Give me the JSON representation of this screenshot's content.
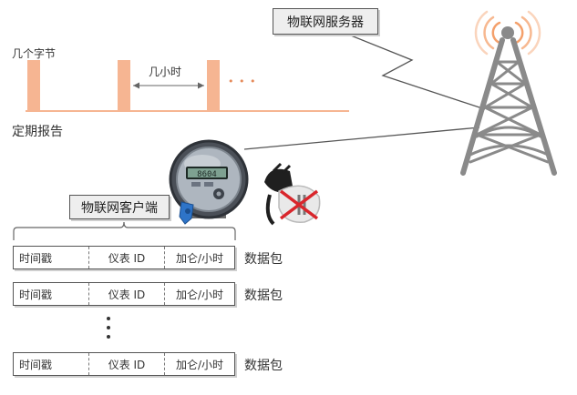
{
  "periodic": {
    "bytes_label": "几个字节",
    "interval_label": "几小时",
    "ellipsis": "• • •",
    "caption": "定期报告"
  },
  "server_label": "物联网服务器",
  "client_label": "物联网客户端",
  "meter": {
    "display": "8604"
  },
  "packets": [
    {
      "timestamp": "时间戳",
      "meter_id": "仪表 ID",
      "rate": "加仑/小时",
      "name": "数据包"
    },
    {
      "timestamp": "时间戳",
      "meter_id": "仪表 ID",
      "rate": "加仑/小时",
      "name": "数据包"
    },
    {
      "timestamp": "时间戳",
      "meter_id": "仪表 ID",
      "rate": "加仑/小时",
      "name": "数据包"
    }
  ],
  "colors": {
    "pulse": "#f6b592",
    "tower": "#888888",
    "signal": "#f4a06b",
    "no_plug": "#d9262c"
  },
  "icons": [
    "cell-tower-icon",
    "smart-meter-icon",
    "no-power-plug-icon"
  ]
}
